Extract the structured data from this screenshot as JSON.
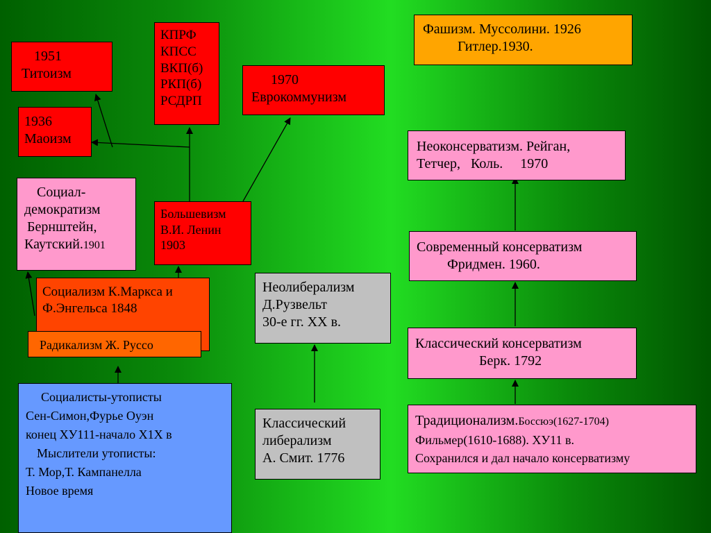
{
  "boxes": {
    "titoism": {
      "lines": [
        "1951",
        "Титоизм"
      ],
      "color": "#ff0000"
    },
    "kprf": {
      "lines": [
        "КПРФ",
        "КПСС",
        "ВКП(б)",
        "РКП(б)",
        "РСДРП"
      ],
      "color": "#ff0000"
    },
    "eurocommunism": {
      "lines": [
        "1970",
        "Еврокоммунизм"
      ],
      "color": "#ff0000"
    },
    "maoism": {
      "lines": [
        "1936",
        "Маоизм"
      ],
      "color": "#ff0000"
    },
    "fascism": {
      "lines": [
        "Фашизм. Муссолини. 1926",
        "Гитлер.1930."
      ],
      "color": "#ffa500"
    },
    "neoconservatism": {
      "lines": [
        "Неоконсерватизм. Рейган,",
        "Тетчер,   Коль.     1970"
      ],
      "color": "#ff99cc"
    },
    "socialdemocracy": {
      "lines": [
        "Социал-",
        "демократизм",
        "Бернштейн,",
        "Каутский."
      ],
      "year": "1901",
      "color": "#ff99cc"
    },
    "bolshevism": {
      "lines": [
        "Большевизм",
        "В.И. Ленин",
        "1903"
      ],
      "color": "#ff0000"
    },
    "modern_conservatism": {
      "lines": [
        "Современный консерватизм",
        "Фридмен. 1960."
      ],
      "color": "#ff99cc"
    },
    "marx": {
      "lines": [
        "Социализм К.Маркса и",
        "Ф.Энгельса 1848"
      ],
      "color": "#ff4400"
    },
    "neoliberalism": {
      "lines": [
        "Неолиберализм",
        "Д.Рузвельт",
        "30-е гг. XX в."
      ],
      "color": "#c0c0c0"
    },
    "radicalism": {
      "lines": [
        "Радикализм Ж. Руссо"
      ],
      "color": "#ff6600"
    },
    "classic_conservatism": {
      "lines": [
        "Классический консерватизм",
        "Берк. 1792"
      ],
      "color": "#ff99cc"
    },
    "utopians": {
      "lines": [
        "Социалисты-утописты",
        "Сен-Симон,Фурье Оуэн",
        "конец XУ111-начало X1X в",
        "Мыслители утописты:",
        "Т. Мор,Т. Кампанелла",
        "Новое время"
      ],
      "color": "#6699ff"
    },
    "classic_liberalism": {
      "lines": [
        "Классический",
        "либерализм",
        "А. Смит. 1776"
      ],
      "color": "#c0c0c0"
    },
    "traditionalism": {
      "lines": [
        "Традиционализм.",
        "Фильмер(1610-1688). XУ11 в.",
        "Сохранился и дал начало консерватизму"
      ],
      "lines_small": [
        "Боссюэ(1627-1704)"
      ],
      "color": "#ff99cc"
    }
  }
}
